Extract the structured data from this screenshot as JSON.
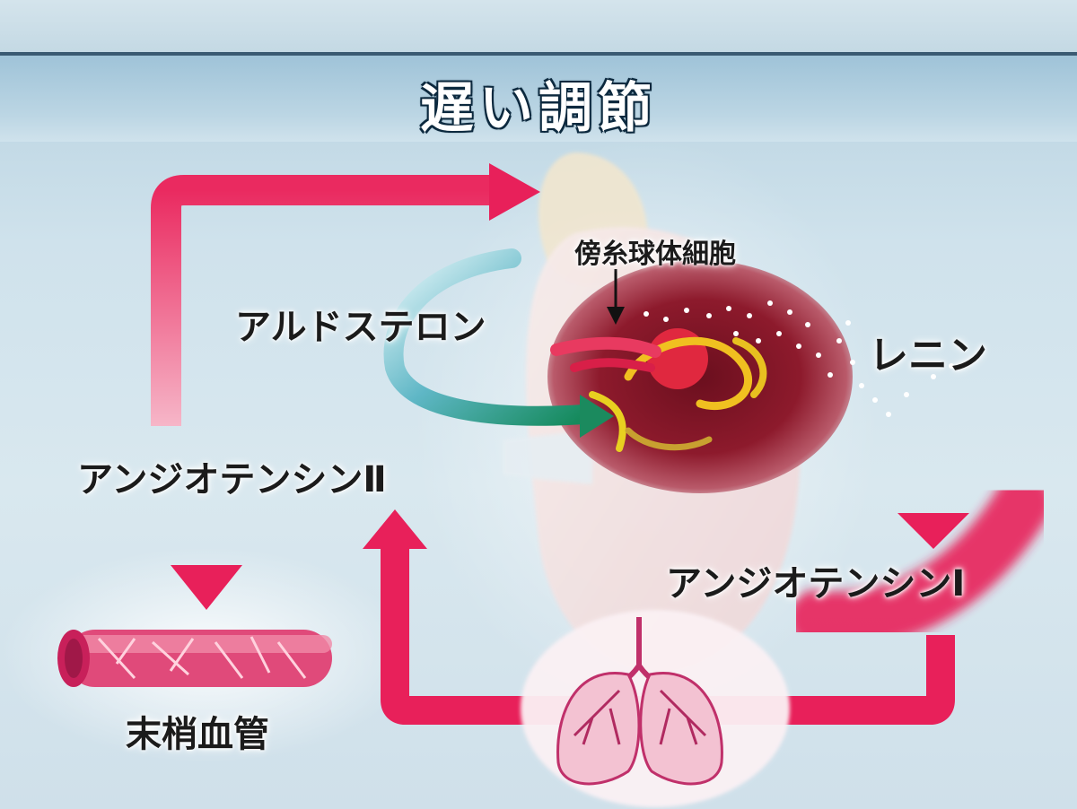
{
  "title": "遅い調節",
  "labels": {
    "aldosterone": "アルドステロン",
    "renin": "レニン",
    "juxtaglomerular_cells": "傍糸球体細胞",
    "angiotensin_2": "アンジオテンシンⅡ",
    "angiotensin_1": "アンジオテンシンⅠ",
    "peripheral_vessel": "末梢血管"
  },
  "icons": [
    "adrenal-kidney-illustration",
    "juxtaglomerular-apparatus-illustration",
    "lungs-illustration",
    "blood-vessel-illustration"
  ],
  "colors": {
    "arrow": "#e8205a",
    "aldosterone_arrow_start": "#d6f0f5",
    "aldosterone_arrow_end": "#1b8a6a",
    "title_outline": "#0d2a3f"
  }
}
